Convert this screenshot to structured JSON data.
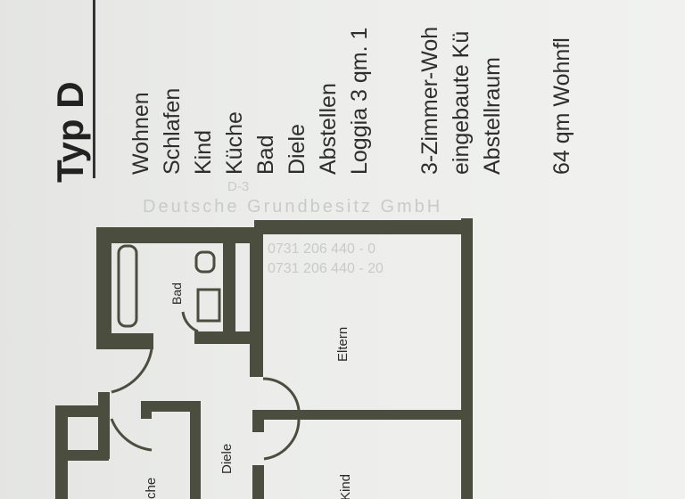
{
  "document": {
    "title": "Typ D",
    "rooms": [
      "Wohnen",
      "Schlafen",
      "Kind",
      "Küche",
      "Bad",
      "Diele",
      "Abstellen",
      "Loggia 3 qm. 1"
    ],
    "description": [
      "3-Zimmer-Woh",
      "eingebaute Kü",
      "Abstellraum"
    ],
    "area": "64 qm Wohnfl",
    "stamp": [
      "D-3",
      "Deutsche Grundbesitz GmbH",
      "0731 206 440 - 0",
      "0731 206 440 - 20"
    ]
  },
  "floorplan": {
    "labels": {
      "bad": "Bad",
      "eltern": "Eltern",
      "diele": "Diele",
      "kind": "Kind",
      "kueche": "che"
    },
    "wall_color": "#4b4e3f"
  }
}
